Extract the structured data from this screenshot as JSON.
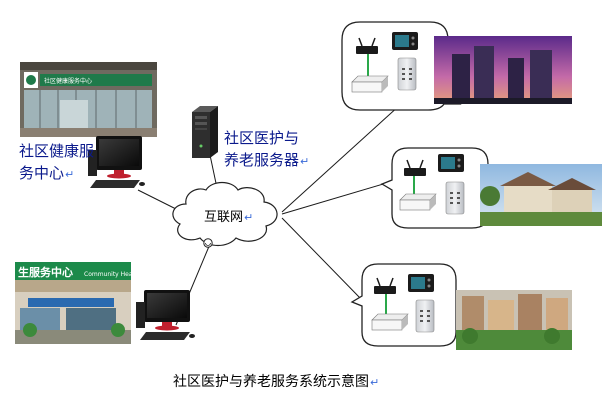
{
  "diagram": {
    "caption": "社区医护与养老服务系统示意图",
    "internet_label": "互联网",
    "server_label_line1": "社区医护与",
    "server_label_line2": "养老服务器",
    "center_label_line1": "社区健康服",
    "center_label_line2": "务中心",
    "edit_mark": "↵",
    "center_photo_sign": "社区健康服务中心",
    "bottom_photo_sign": "生服务中心",
    "bottom_photo_sign_en": "Community Hea",
    "colors": {
      "label_blue": "#0b1a8c",
      "line": "#1a1a1a",
      "bubble_stroke": "#222222",
      "wire_green": "#2aa84a",
      "screen_red": "#d0203a"
    },
    "icons": [
      "desktop-computer-icon",
      "tower-server-icon",
      "cloud-icon",
      "router-icon",
      "video-phone-icon",
      "keypad-icon",
      "gateway-box-icon"
    ]
  }
}
